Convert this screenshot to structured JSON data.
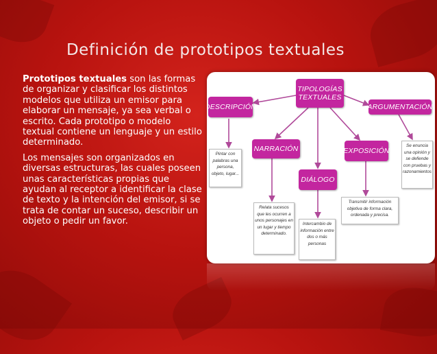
{
  "slide": {
    "title": "Definición de prototipos textuales",
    "p1_bold": "Prototipos textuales",
    "p1_rest": " son las formas de organizar y clasificar los distintos modelos que utiliza un emisor para elaborar un mensaje, ya sea verbal o escrito. Cada prototipo o modelo textual contiene un lenguaje y un estilo determinado.",
    "p2": "Los mensajes son organizados en diversas estructuras, las cuales poseen unas características propias que ayudan al receptor a identificar la clase de texto y la intención del emisor, si se trata de contar un suceso, describir un objeto o pedir un favor."
  },
  "diagram": {
    "root_line1": "TIPOLOGÍAS",
    "root_line2": "TEXTUALES",
    "descripcion": "DESCRIPCIÓN",
    "argumentacion": "ARGUMENTACIÓN",
    "narracion": "NARRACIÓN",
    "exposicion": "EXPOSICIÓN",
    "dialogo": "DIÁLOGO",
    "note_descripcion": "Pintar con palabras una persona, objeto, lugar...",
    "note_argumentacion": "Se enuncia una opinión y se defiende con pruebas y razonamientos",
    "note_narracion": "Relata sucesos que les ocurren a unos personajes en un lugar y tiempo determinado.",
    "note_dialogo": "Intercambio de información entre dos o más personas",
    "note_exposicion": "Transmitir información objetiva de forma clara, ordenada y precisa."
  },
  "colors": {
    "background": "#b8130f",
    "box": "#c3269f",
    "arrow": "#b04a9a"
  }
}
